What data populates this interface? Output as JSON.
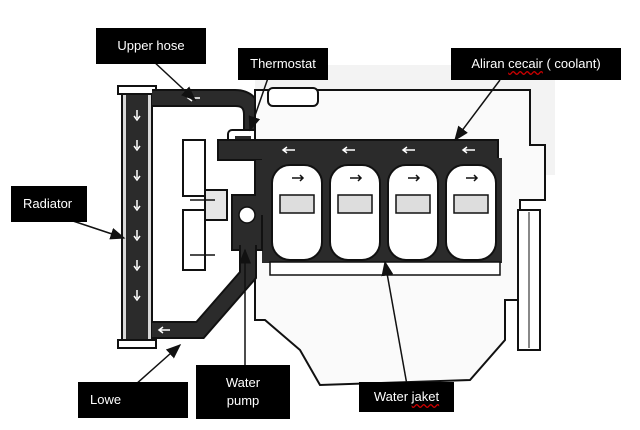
{
  "labels": {
    "upper_hose": "Upper hose",
    "thermostat": "Thermostat",
    "aliran_pre": "Aliran ",
    "aliran_word": "cecair",
    "aliran_post": " ( coolant)",
    "radiator": "Radiator",
    "lowe": "Lowe",
    "water_pump_line1": "Water",
    "water_pump_line2": "pump",
    "water_jaket_pre": "Water ",
    "water_jaket_word": "jaket"
  },
  "colors": {
    "label_bg": "#000000",
    "label_text": "#ffffff",
    "coolant_fill": "#2b2b2b",
    "line": "#1a1a1a"
  }
}
